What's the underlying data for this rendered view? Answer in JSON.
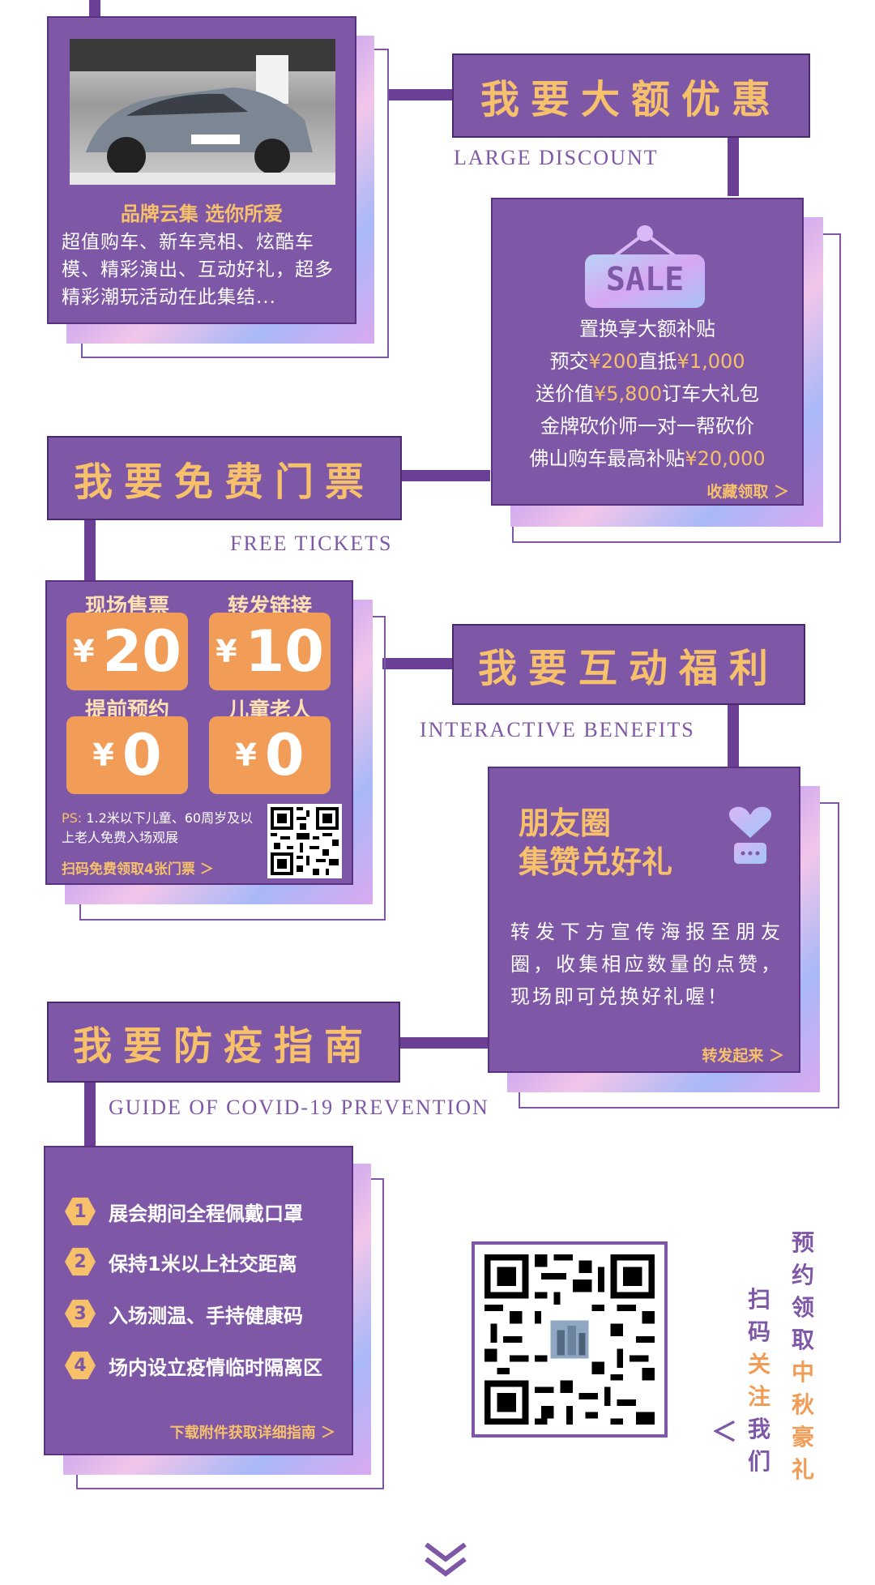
{
  "card1": {
    "title": "品牌云集  选你所爱",
    "body": "超值购车、新车亮相、炫酷车模、精彩演出、互动好礼，超多精彩潮玩活动在此集结..."
  },
  "sec_discount": {
    "title": "我要大额优惠",
    "subtitle": "LARGE DISCOUNT"
  },
  "card2": {
    "sale": "SALE",
    "lines": [
      {
        "pre": "置换享大额补贴",
        "amt": "",
        "post": ""
      },
      {
        "pre": "预交",
        "amt": "¥200",
        "post": "直抵",
        "amt2": "¥1,000"
      },
      {
        "pre": "送价值",
        "amt": "¥5,800",
        "post": "订车大礼包"
      },
      {
        "pre": "金牌砍价师一对一帮砍价",
        "amt": "",
        "post": ""
      },
      {
        "pre": "佛山购车最高补贴",
        "amt": "¥20,000",
        "post": ""
      }
    ],
    "action": "收藏领取 ＞"
  },
  "sec_tickets": {
    "title": "我要免费门票",
    "subtitle": "FREE TICKETS"
  },
  "card3": {
    "tickets": [
      {
        "label": "现场售票",
        "currency": "¥",
        "price": "20"
      },
      {
        "label": "转发链接",
        "currency": "¥",
        "price": "10"
      },
      {
        "label": "提前预约",
        "currency": "¥",
        "price": "0"
      },
      {
        "label": "儿童老人",
        "currency": "¥",
        "price": "0"
      }
    ],
    "ps_label": "PS:",
    "ps": "1.2米以下儿童、60周岁及以上老人免费入场观展",
    "action": "扫码免费领取4张门票  ＞"
  },
  "sec_benefits": {
    "title": "我要互动福利",
    "subtitle": "INTERACTIVE BENEFITS"
  },
  "card4": {
    "title_line1": "朋友圈",
    "title_line2": "集赞兑好礼",
    "body": "转发下方宣传海报至朋友圈，收集相应数量的点赞，现场即可兑换好礼喔！",
    "action": "转发起来  ＞"
  },
  "sec_covid": {
    "title": "我要防疫指南",
    "subtitle": "GUIDE OF COVID-19 PREVENTION"
  },
  "card5": {
    "items": [
      {
        "n": "1",
        "text": "展会期间全程佩戴口罩"
      },
      {
        "n": "2",
        "text": "保持1米以上社交距离"
      },
      {
        "n": "3",
        "text": "入场测温、手持健康码"
      },
      {
        "n": "4",
        "text": "场内设立疫情临时隔离区"
      }
    ],
    "action": "下载附件获取详细指南  ＞"
  },
  "qr_side": {
    "col1": [
      "扫",
      "码",
      "关",
      "注",
      "我",
      "们"
    ],
    "col2": [
      "预",
      "约",
      "领",
      "取",
      "中",
      "秋",
      "豪",
      "礼"
    ],
    "arrow": "＜"
  },
  "colors": {
    "purple": "#7e57a6",
    "orange": "#f7c16b",
    "ticket": "#f19c57"
  },
  "icons": [
    "car-photo",
    "sale-sign-icon",
    "heart-chat-icon",
    "qr-code",
    "chevron-double-down-icon"
  ]
}
